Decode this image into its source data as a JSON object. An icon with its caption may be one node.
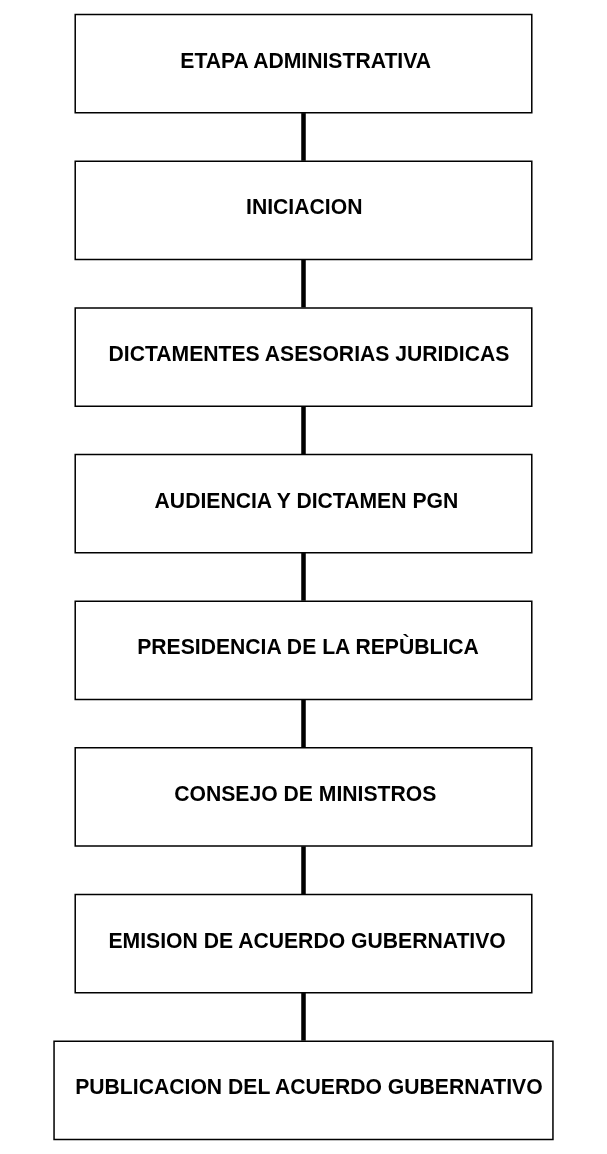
{
  "diagram": {
    "nodes": [
      {
        "text": [
          "ETAPA ADMINISTRATIVA"
        ]
      },
      {
        "text": [
          "INICIACION"
        ]
      },
      {
        "text": [
          "DICTAMENTES ASESORIAS JURIDICAS"
        ]
      },
      {
        "text": [
          "AUDIENCIA Y DICTAMEN PGN"
        ]
      },
      {
        "text": [
          "PRESIDENCIA DE LA REPÙBLICA"
        ]
      },
      {
        "text": [
          "CONSEJO DE MINISTROS"
        ]
      },
      {
        "text": [
          "EMISION DE ACUERDO GUBERNATIVO"
        ]
      },
      {
        "text": [
          "PUBLICACION DEL ACUERDO GUBERNATIVO"
        ]
      }
    ],
    "edges": [
      {
        "from": 0,
        "to": 1,
        "arrow": "none"
      },
      {
        "from": 1,
        "to": 2,
        "arrow": "none"
      },
      {
        "from": 2,
        "to": 3,
        "arrow": "none"
      },
      {
        "from": 3,
        "to": 4,
        "arrow": "none"
      },
      {
        "from": 4,
        "to": 5,
        "arrow": "none"
      },
      {
        "from": 5,
        "to": 6,
        "arrow": "none"
      },
      {
        "from": 6,
        "to": 7,
        "arrow": "none"
      }
    ]
  }
}
